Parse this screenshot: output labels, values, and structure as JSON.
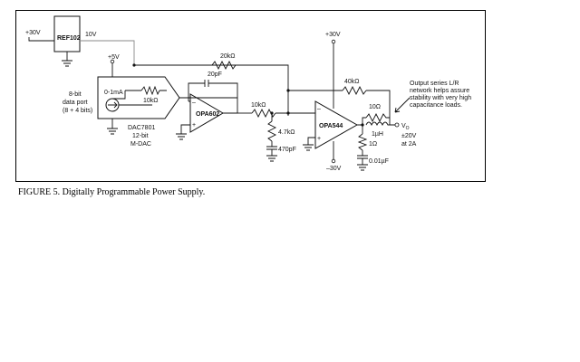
{
  "figure": {
    "caption": "FIGURE 5. Digitally Programmable Power Supply.",
    "supplies": {
      "plus30_left": "+30V",
      "plus5": "+5V",
      "plus30_top": "+30V",
      "minus30": "–30V"
    },
    "reference": {
      "name": "REF102",
      "output": "10V"
    },
    "dac": {
      "input_label": [
        "8-bit",
        "data port",
        "(8 + 4 bits)"
      ],
      "source": "0-1mA",
      "internal_resistor": "10kΩ",
      "name": [
        "DAC7801",
        "12-bit",
        "M-DAC"
      ]
    },
    "components": {
      "r_feedback_top": "20kΩ",
      "c_feedback": "20pF",
      "opamp1": "OPA602",
      "r_series": "10kΩ",
      "r_shunt": "4.7kΩ",
      "c_shunt": "470pF",
      "opamp2": "OPA544",
      "r_feedback2": "40kΩ",
      "r_out": "10Ω",
      "l_out": "1µH",
      "r_snub": "1Ω",
      "c_snub": "0.01µF"
    },
    "output": {
      "label": "V",
      "subscript": "O",
      "range": "±20V",
      "current": "at  2A"
    },
    "note": [
      "Output series L/R",
      "network helps assure",
      "stability with very high",
      "capacitance loads."
    ]
  }
}
